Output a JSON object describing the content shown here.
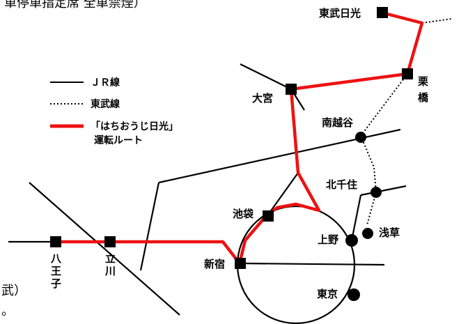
{
  "header": {
    "partial_text": "車停車指定席 全車禁煙）"
  },
  "legend": {
    "jr_label": "ＪＲ線",
    "tobu_label": "東武線",
    "route_label_line1": "「はちおうじ日光」",
    "route_label_line2": "運転ルート"
  },
  "colors": {
    "route_red": "#ee1111",
    "line_black": "#000000"
  },
  "stations": {
    "tobu_nikko": "東武日光",
    "kuri_top": "栗",
    "kuri_bottom": "橋",
    "omiya": "大宮",
    "minamikoshigaya": "南越谷",
    "kitasenju": "北千住",
    "ikebukuro": "池袋",
    "ueno": "上野",
    "asakusa": "浅草",
    "shinjuku": "新宿",
    "tokyo": "東京",
    "hachioji_1": "八",
    "hachioji_2": "王",
    "hachioji_3": "子",
    "tachikawa_1": "立",
    "tachikawa_2": "川"
  },
  "footer": {
    "partial_left_1": "武）",
    "partial_left_2": "。"
  }
}
